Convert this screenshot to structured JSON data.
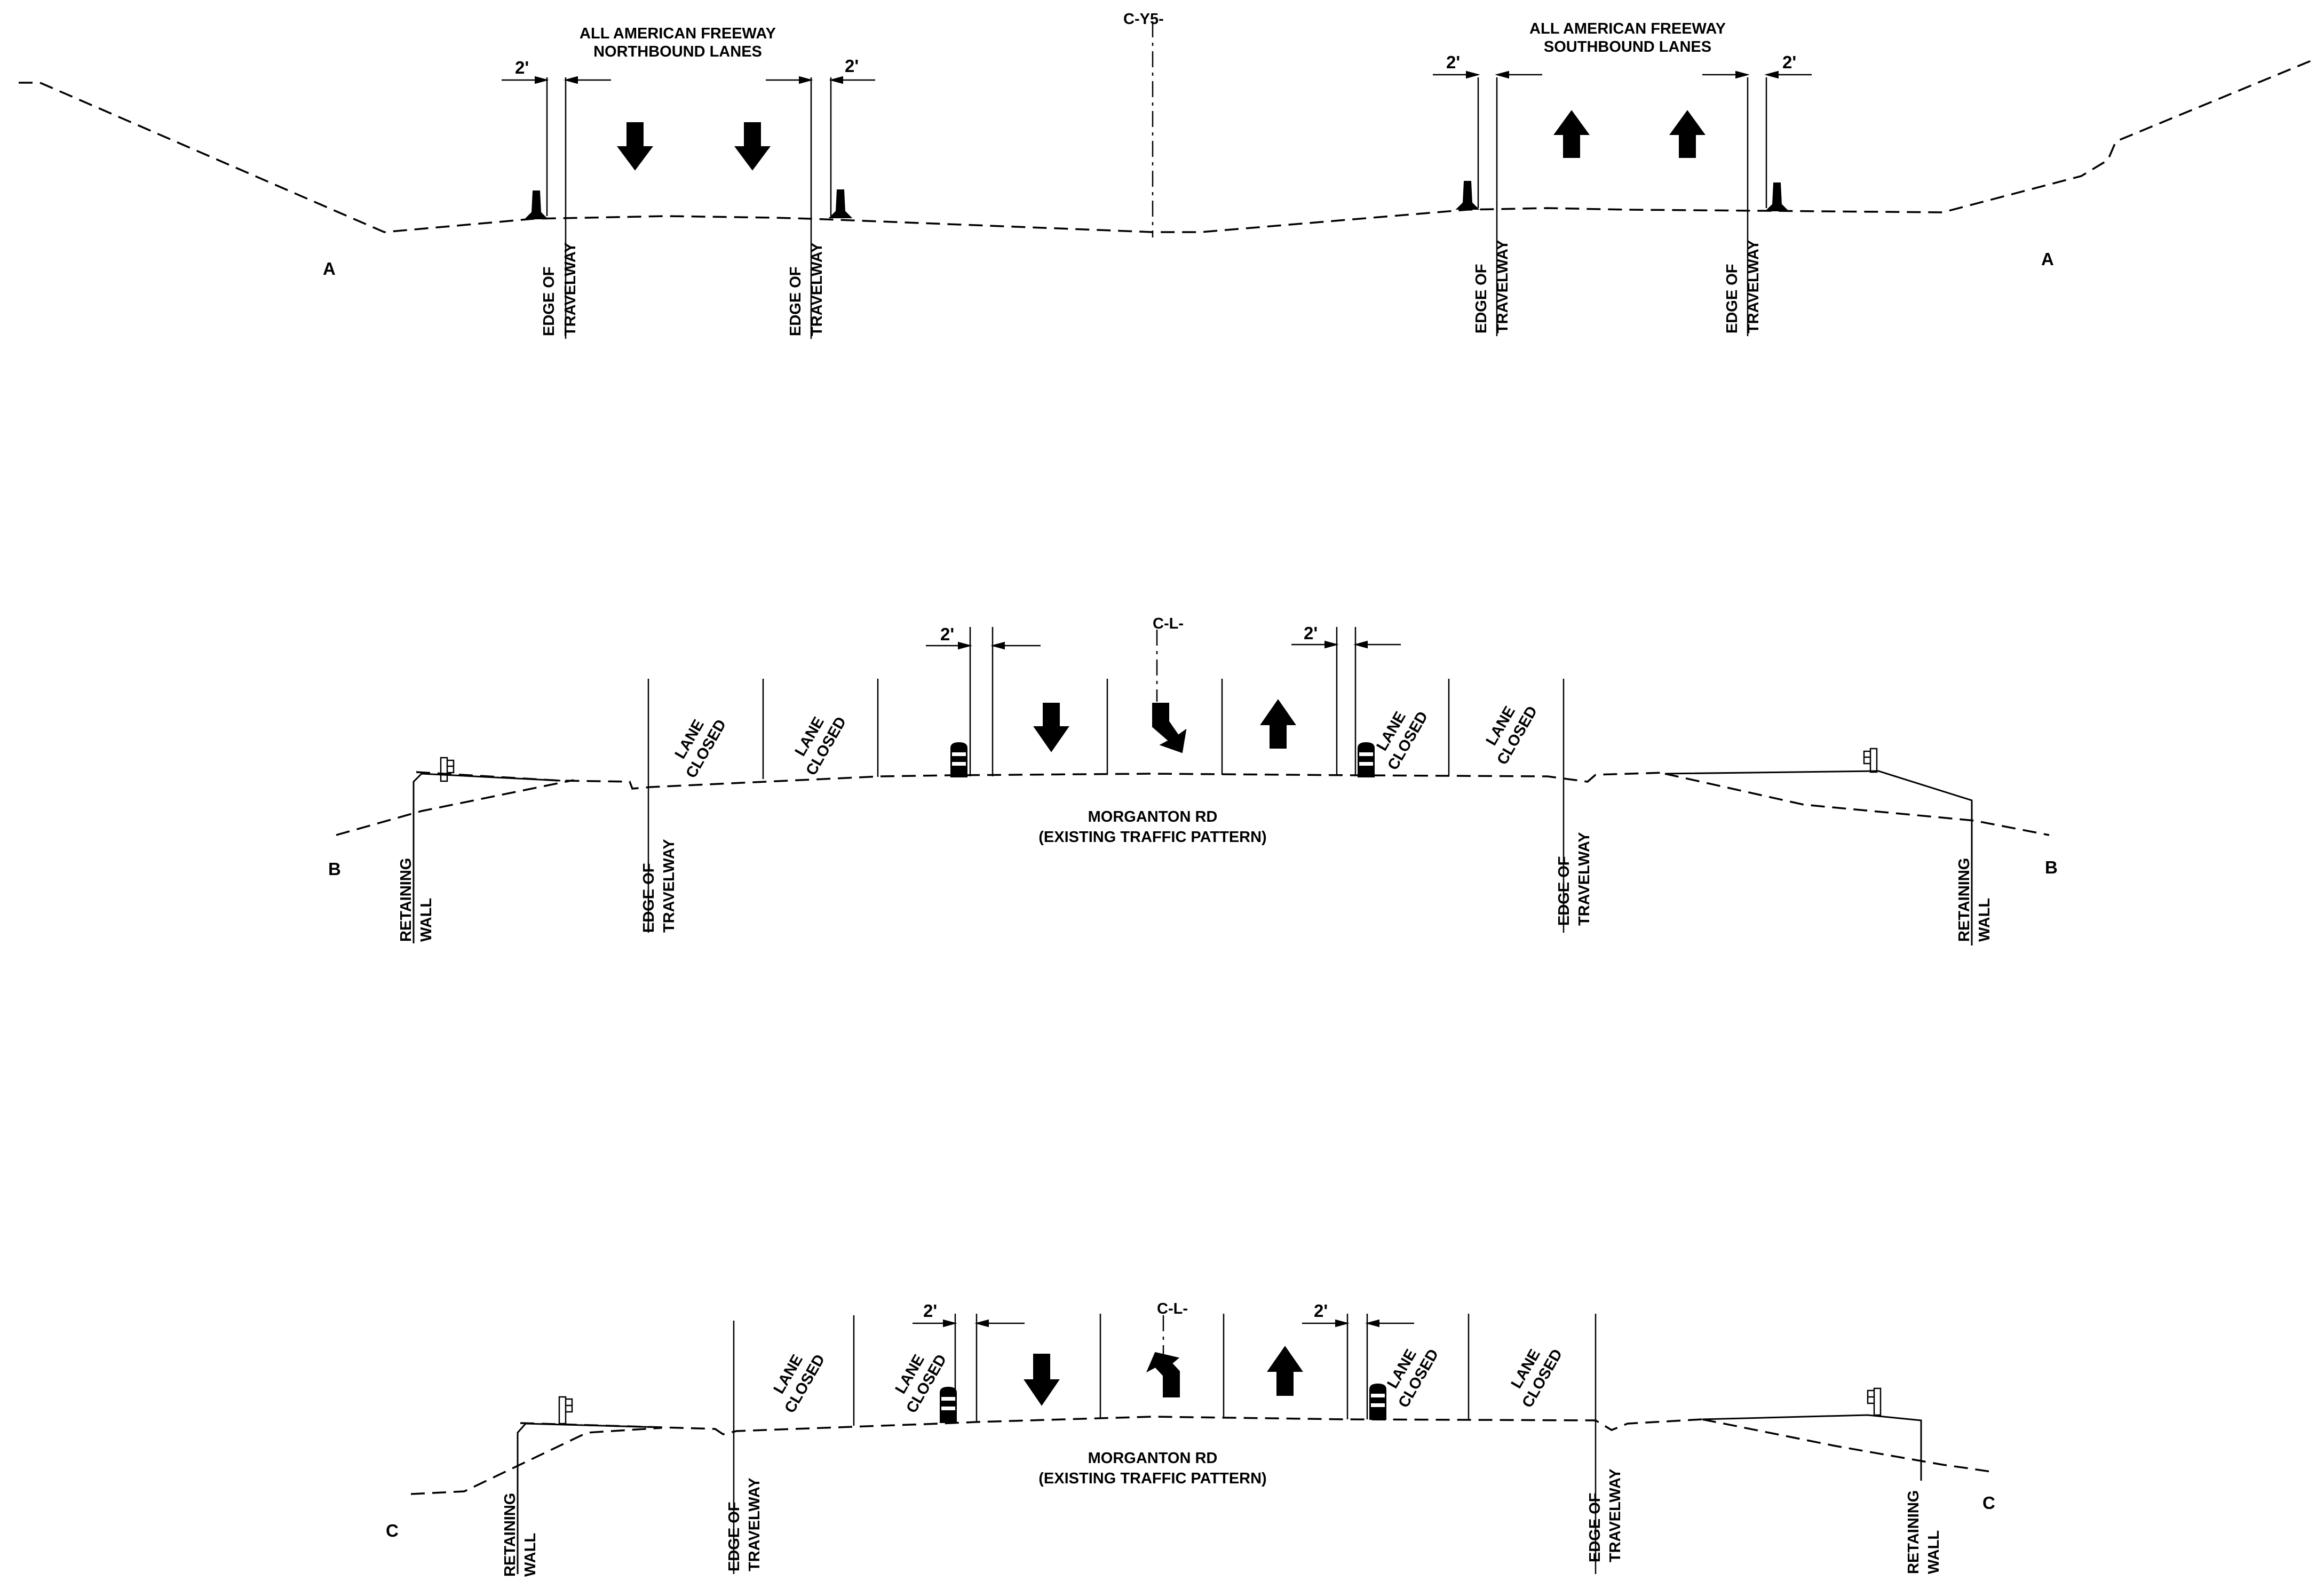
{
  "section_a": {
    "label_left": "A",
    "label_right": "A",
    "centerline": "C-Y5-",
    "northbound_title": [
      "ALL AMERICAN FREEWAY",
      "NORTHBOUND LANES"
    ],
    "southbound_title": [
      "ALL AMERICAN FREEWAY",
      "SOUTHBOUND LANES"
    ],
    "offset": "2'",
    "edge_label": [
      "EDGE OF",
      "TRAVELWAY"
    ]
  },
  "section_b": {
    "label_left": "B",
    "label_right": "B",
    "centerline": "C-L-",
    "offset": "2'",
    "lane_closed": [
      "LANE",
      "CLOSED"
    ],
    "road_title": [
      "MORGANTON RD",
      "(EXISTING TRAFFIC PATTERN)"
    ],
    "edge_label": [
      "EDGE OF",
      "TRAVELWAY"
    ],
    "wall_label": [
      "RETAINING",
      "WALL"
    ]
  },
  "section_c": {
    "label_left": "C",
    "label_right": "C",
    "centerline": "C-L-",
    "offset": "2'",
    "lane_closed": [
      "LANE",
      "CLOSED"
    ],
    "road_title": [
      "MORGANTON RD",
      "(EXISTING TRAFFIC PATTERN)"
    ],
    "edge_label": [
      "EDGE OF",
      "TRAVELWAY"
    ],
    "wall_label": [
      "RETAINING",
      "WALL"
    ]
  },
  "icons": {
    "barrier": "concrete-barrier-icon",
    "drum": "traffic-drum-icon",
    "guardrail": "guardrail-post-icon",
    "arrow_down": "arrow-down-icon",
    "arrow_up": "arrow-up-icon"
  }
}
